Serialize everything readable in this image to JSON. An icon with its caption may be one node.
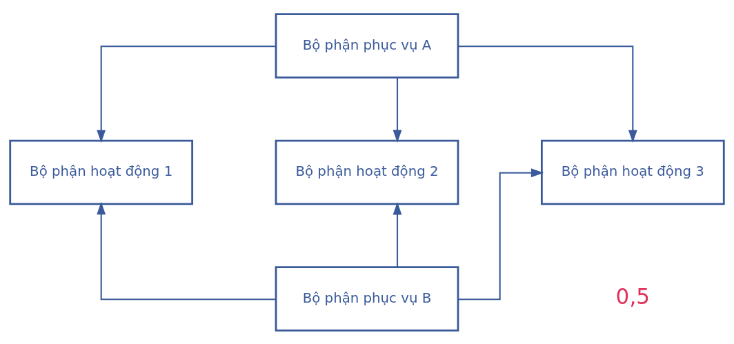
{
  "diagram": {
    "nodes": [
      {
        "text": [
          "Bộ phận phục vụ A"
        ]
      },
      {
        "text": [
          "Bộ phận hoạt động 1"
        ]
      },
      {
        "text": [
          "Bộ phận hoạt động 2"
        ]
      },
      {
        "text": [
          "Bộ phận hoạt động 3"
        ]
      },
      {
        "text": [
          "Bộ phận phục vụ B"
        ]
      }
    ],
    "edges": [
      {
        "from": 0,
        "to": 1,
        "arrow": "to"
      },
      {
        "from": 0,
        "to": 2,
        "arrow": "to"
      },
      {
        "from": 0,
        "to": 3,
        "arrow": "to"
      },
      {
        "from": 4,
        "to": 1,
        "arrow": "to"
      },
      {
        "from": 4,
        "to": 2,
        "arrow": "to"
      },
      {
        "from": 4,
        "to": 3,
        "arrow": "to"
      }
    ],
    "labels": [
      "0,5"
    ]
  }
}
